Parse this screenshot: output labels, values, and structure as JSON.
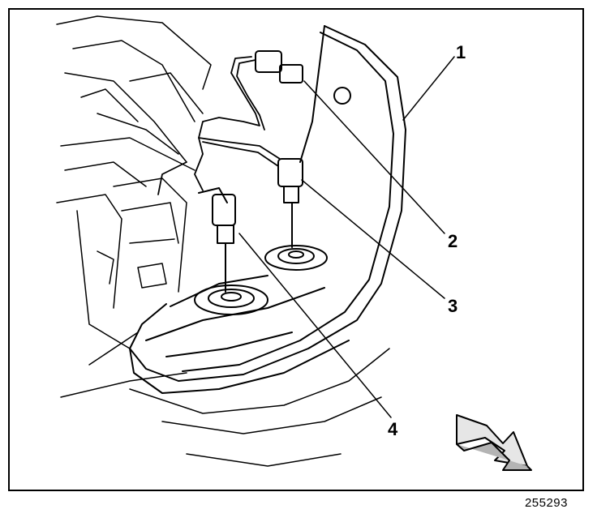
{
  "figure": {
    "id": "255293",
    "callouts": [
      "1",
      "2",
      "3",
      "4"
    ]
  },
  "colors": {
    "ink": "#000000",
    "paper": "#ffffff",
    "arrow_fill": "#e6e6e6"
  },
  "icons": [
    "direction-arrow-icon"
  ]
}
